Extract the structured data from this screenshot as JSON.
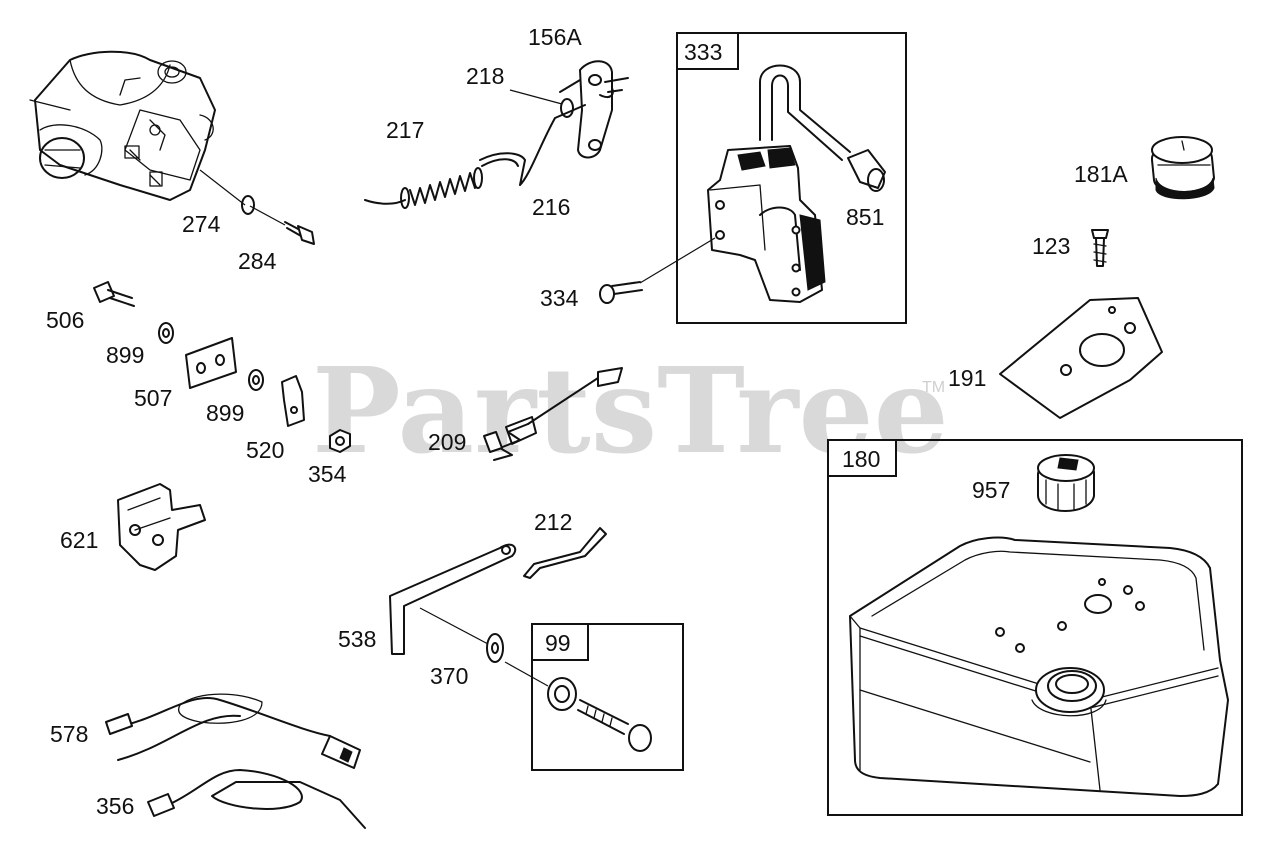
{
  "watermark": {
    "text": "PartsTree",
    "trademark": "TM"
  },
  "boxes": [
    {
      "id": "box-333",
      "label": "333"
    },
    {
      "id": "box-180",
      "label": "180"
    },
    {
      "id": "box-99",
      "label": "99"
    }
  ],
  "labels": [
    {
      "id": "lbl-156A",
      "text": "156A"
    },
    {
      "id": "lbl-218",
      "text": "218"
    },
    {
      "id": "lbl-217",
      "text": "217"
    },
    {
      "id": "lbl-216",
      "text": "216"
    },
    {
      "id": "lbl-274",
      "text": "274"
    },
    {
      "id": "lbl-284",
      "text": "284"
    },
    {
      "id": "lbl-506",
      "text": "506"
    },
    {
      "id": "lbl-899a",
      "text": "899"
    },
    {
      "id": "lbl-507",
      "text": "507"
    },
    {
      "id": "lbl-899b",
      "text": "899"
    },
    {
      "id": "lbl-520",
      "text": "520"
    },
    {
      "id": "lbl-354",
      "text": "354"
    },
    {
      "id": "lbl-621",
      "text": "621"
    },
    {
      "id": "lbl-209",
      "text": "209"
    },
    {
      "id": "lbl-851",
      "text": "851"
    },
    {
      "id": "lbl-334",
      "text": "334"
    },
    {
      "id": "lbl-181A",
      "text": "181A"
    },
    {
      "id": "lbl-123",
      "text": "123"
    },
    {
      "id": "lbl-191",
      "text": "191"
    },
    {
      "id": "lbl-957",
      "text": "957"
    },
    {
      "id": "lbl-212",
      "text": "212"
    },
    {
      "id": "lbl-538",
      "text": "538"
    },
    {
      "id": "lbl-370",
      "text": "370"
    },
    {
      "id": "lbl-578",
      "text": "578"
    },
    {
      "id": "lbl-356",
      "text": "356"
    }
  ]
}
